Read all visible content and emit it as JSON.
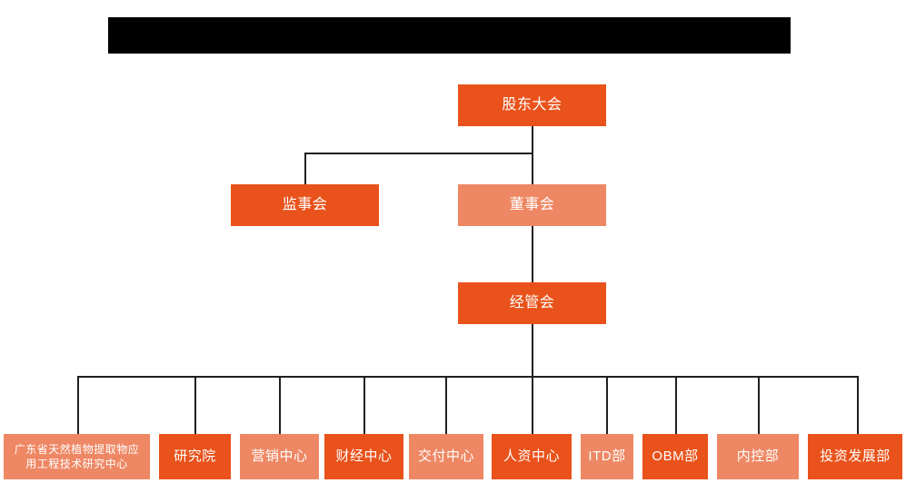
{
  "diagram": {
    "type": "org-chart",
    "title_bar": {
      "name": "redacted-title-bar",
      "text": "",
      "color": "#000000"
    },
    "colors": {
      "dark_orange": "#E9521B",
      "light_orange": "#EE8763",
      "connector": "#231f20",
      "text": "#FFFFFF",
      "background": "#FFFFFF"
    },
    "nodes": {
      "shareholders": {
        "label": "股东大会",
        "tone": "dark"
      },
      "supervisors": {
        "label": "监事会",
        "tone": "dark"
      },
      "directors": {
        "label": "董事会",
        "tone": "light"
      },
      "management": {
        "label": "经管会",
        "tone": "dark"
      }
    },
    "departments": [
      {
        "label": "广东省天然植物提取物应\n用工程技术研究中心",
        "tone": "light"
      },
      {
        "label": "研究院",
        "tone": "dark"
      },
      {
        "label": "营销中心",
        "tone": "light"
      },
      {
        "label": "财经中心",
        "tone": "dark"
      },
      {
        "label": "交付中心",
        "tone": "light"
      },
      {
        "label": "人资中心",
        "tone": "dark"
      },
      {
        "label": "ITD部",
        "tone": "light"
      },
      {
        "label": "OBM部",
        "tone": "dark"
      },
      {
        "label": "内控部",
        "tone": "light"
      },
      {
        "label": "投资发展部",
        "tone": "dark"
      }
    ]
  }
}
